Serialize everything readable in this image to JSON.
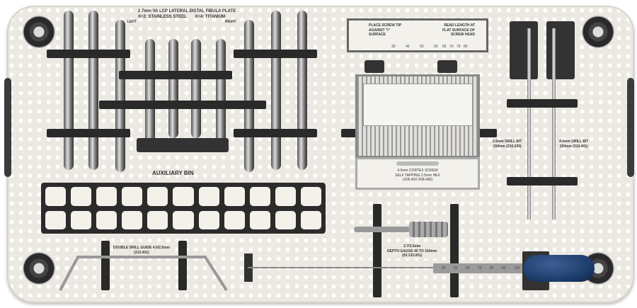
{
  "plate_set": {
    "title": "2.7mm VA LCP LATERAL DISTAL FIBULA PLATE",
    "material_left": "X=2: STAINLESS STEEL",
    "material_right": "X=4: TITANIUM",
    "left": "LEFT",
    "right": "RIGHT"
  },
  "auxiliary_bin": {
    "label": "AUXILIARY BIN"
  },
  "screw_gauge": {
    "left_note": "PLACE SCREW TIP AGAINST \"I\" SURFACE",
    "right_note": "READ LENGTH AT FLAT SURFACE OF SCREW HEAD",
    "scale": [
      "30",
      "40",
      "50",
      "60",
      "65",
      "70",
      "75",
      "80"
    ]
  },
  "cortex_screw": {
    "line1": "4.0mm CORTEX SCREW",
    "line2": "SELF TAPPING 2.5mm HEX",
    "line3": "(X05.402-X08.490)"
  },
  "drill_bit_1": {
    "line1": "2.5mm DRILL BIT",
    "line2": "150mm (310.220)"
  },
  "drill_bit_2": {
    "line1": "4.0mm DRILL BIT",
    "line2": "150mm (310.401)"
  },
  "drill_guide": {
    "line1": "DOUBLE DRILL GUIDE 4.0/2.5mm",
    "line2": "(312.401)"
  },
  "depth_gauge": {
    "line1": "2.7/3.5mm",
    "line2": "DEPTH GAUGE 40 TO 100mm",
    "line3": "(03.133.001)",
    "scale": [
      "40",
      "50",
      "60",
      "70",
      "80",
      "90",
      "100"
    ]
  },
  "colors": {
    "tray": "#ece9e2",
    "bracket": "#2a2a2a",
    "handle_blue": "#1f3f6e"
  }
}
